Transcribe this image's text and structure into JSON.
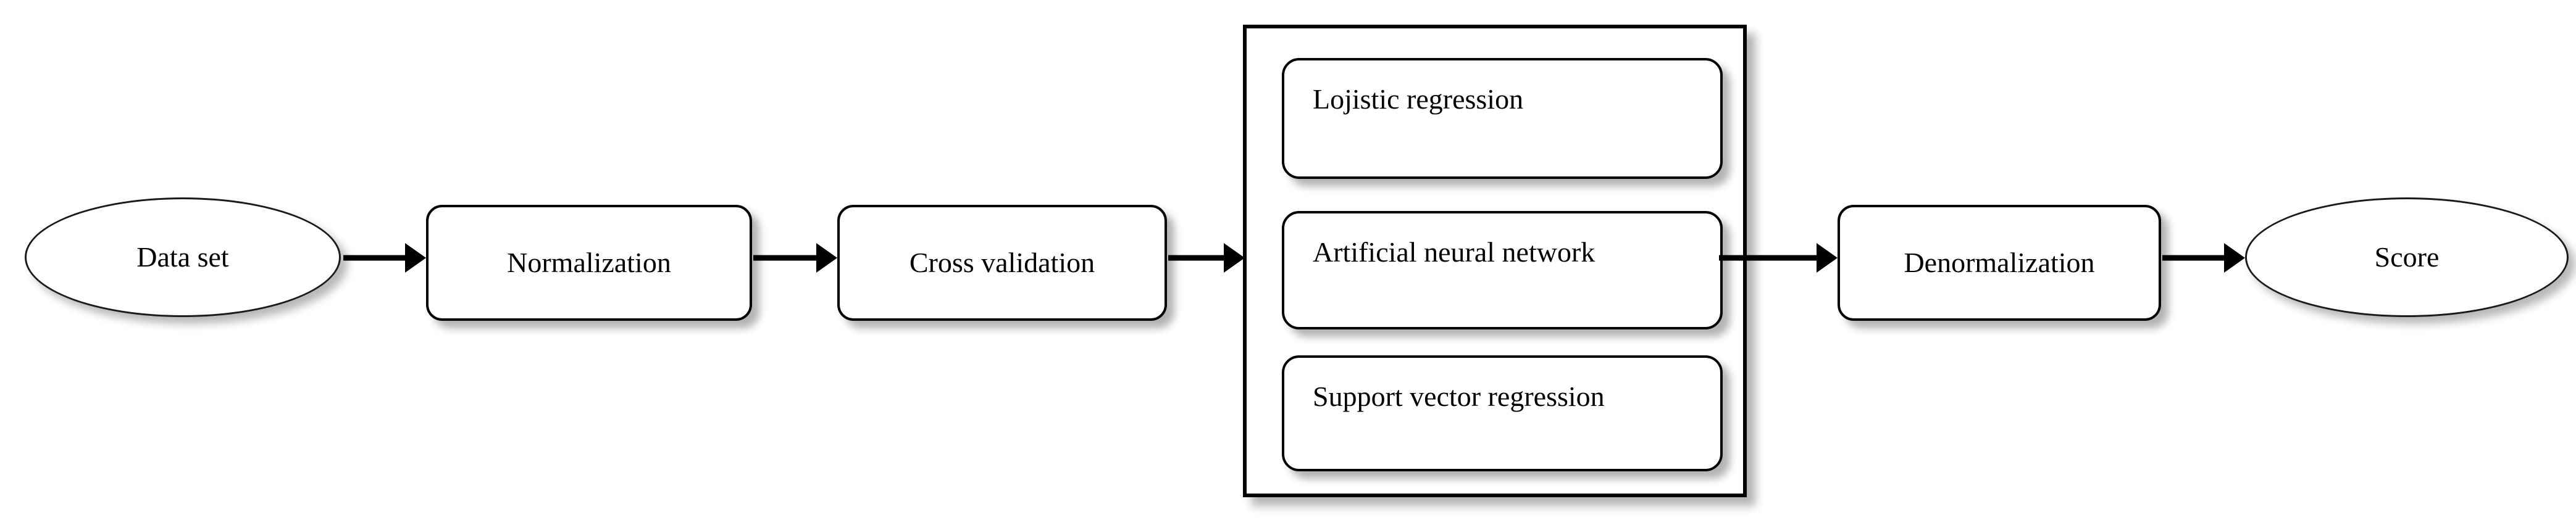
{
  "diagram": {
    "title": "Machine learning model pipeline flowchart",
    "orientation": "left-to-right",
    "nodes": [
      {
        "id": "data-set",
        "label": "Data set",
        "shape": "ellipse"
      },
      {
        "id": "normalization",
        "label": "Normalization",
        "shape": "rounded-rectangle"
      },
      {
        "id": "cross-validation",
        "label": "Cross validation",
        "shape": "rounded-rectangle"
      },
      {
        "id": "lojistic-regression",
        "label": "Lojistic regression",
        "shape": "rounded-rectangle"
      },
      {
        "id": "artificial-neural-network",
        "label": "Artificial neural network",
        "shape": "rounded-rectangle"
      },
      {
        "id": "support-vector-regression",
        "label": "Support vector regression",
        "shape": "rounded-rectangle"
      },
      {
        "id": "denormalization",
        "label": "Denormalization",
        "shape": "rounded-rectangle"
      },
      {
        "id": "score",
        "label": "Score",
        "shape": "ellipse"
      }
    ],
    "group": {
      "id": "models-group",
      "label": "",
      "shape": "rectangle",
      "members": [
        "lojistic-regression",
        "artificial-neural-network",
        "support-vector-regression"
      ]
    },
    "edges": [
      {
        "from": "data-set",
        "to": "normalization",
        "label": ""
      },
      {
        "from": "normalization",
        "to": "cross-validation",
        "label": ""
      },
      {
        "from": "cross-validation",
        "to": "models-group",
        "label": ""
      },
      {
        "from": "models-group",
        "to": "denormalization",
        "label": ""
      },
      {
        "from": "denormalization",
        "to": "score",
        "label": ""
      }
    ],
    "colors": {
      "stroke": "#000000",
      "fill": "#ffffff",
      "text": "#000000",
      "shadow": "#9a9a9a"
    }
  }
}
